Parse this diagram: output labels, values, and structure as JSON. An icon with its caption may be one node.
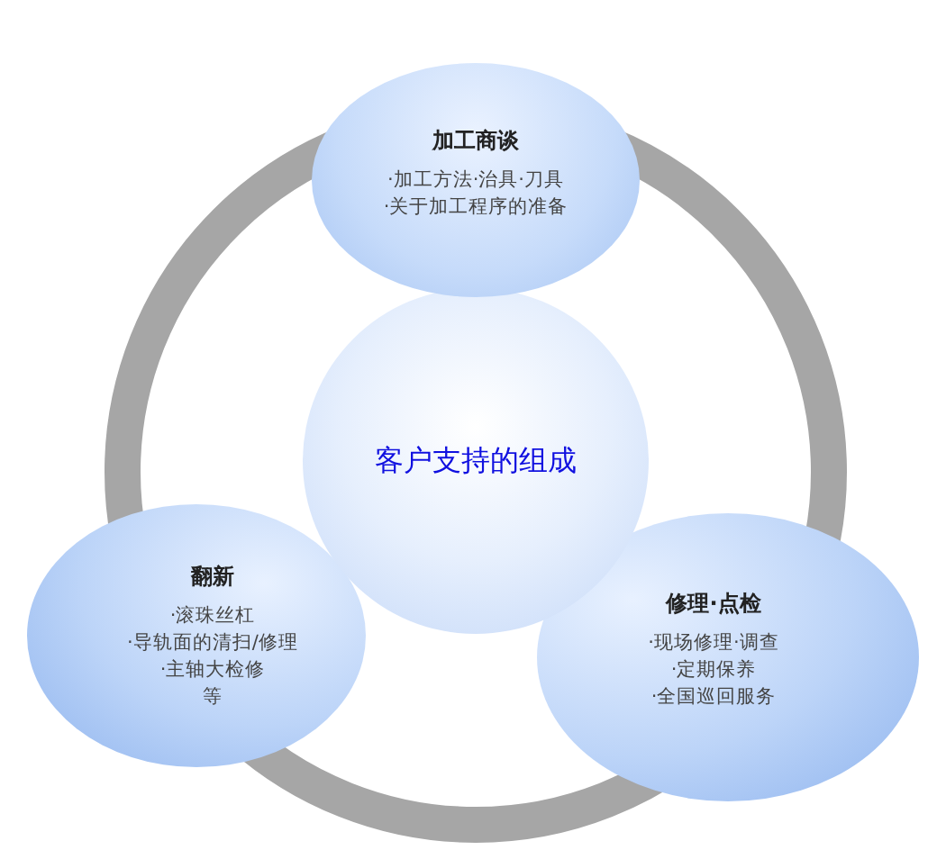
{
  "diagram": {
    "nodes": [
      {
        "text": [
          "加工商谈",
          "·加工方法·治具·刀具",
          "·关于加工程序的准备"
        ]
      },
      {
        "text": [
          "翻新",
          "·滚珠丝杠",
          "·导轨面的清扫/修理",
          "·主轴大检修",
          "等"
        ]
      },
      {
        "text": [
          "修理·点检",
          "·现场修理·调查",
          "·定期保养",
          "·全国巡回服务"
        ]
      },
      {
        "text": [
          "客户支持的组成"
        ]
      }
    ]
  }
}
